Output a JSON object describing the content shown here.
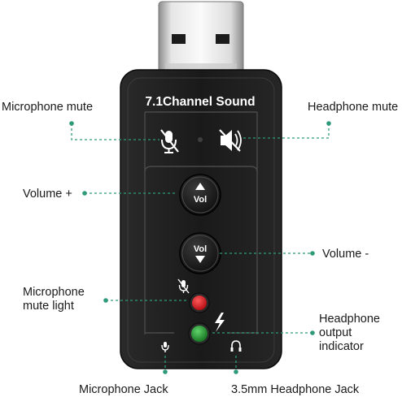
{
  "device": {
    "title": "7.1Channel Sound",
    "vol_up_label": "Vol",
    "vol_down_label": "Vol"
  },
  "callouts": {
    "mic_mute": "Microphone mute",
    "headphone_mute": "Headphone mute",
    "volume_up": "Volume +",
    "volume_down": "Volume -",
    "mic_mute_light_line1": "Microphone",
    "mic_mute_light_line2": "mute light",
    "hp_indicator_line1": "Headphone",
    "hp_indicator_line2": "output",
    "hp_indicator_line3": "indicator",
    "mic_jack": "Microphone Jack",
    "hp_jack": "3.5mm Headphone Jack"
  },
  "colors": {
    "leader_line": "#2f9a7a",
    "body": "#1e1e1e",
    "mic_light": "#d0131a",
    "hp_light": "#1f8a2e"
  }
}
